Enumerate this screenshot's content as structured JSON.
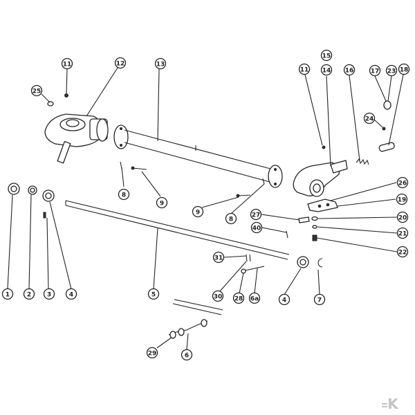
{
  "callouts": [
    {
      "label": "1"
    },
    {
      "label": "2"
    },
    {
      "label": "3"
    },
    {
      "label": "4"
    },
    {
      "label": "5"
    },
    {
      "label": "4"
    },
    {
      "label": "7"
    },
    {
      "label": "6"
    },
    {
      "label": "29"
    },
    {
      "label": "30"
    },
    {
      "label": "28"
    },
    {
      "label": "6a"
    },
    {
      "label": "31"
    },
    {
      "label": "40"
    },
    {
      "label": "8"
    },
    {
      "label": "9"
    },
    {
      "label": "8"
    },
    {
      "label": "9"
    },
    {
      "label": "25"
    },
    {
      "label": "11"
    },
    {
      "label": "12"
    },
    {
      "label": "13"
    },
    {
      "label": "11"
    },
    {
      "label": "15"
    },
    {
      "label": "14"
    },
    {
      "label": "16"
    },
    {
      "label": "17"
    },
    {
      "label": "23"
    },
    {
      "label": "18"
    },
    {
      "label": "24"
    },
    {
      "label": "26"
    },
    {
      "label": "19"
    },
    {
      "label": "27"
    },
    {
      "label": "20"
    },
    {
      "label": "21"
    },
    {
      "label": "22"
    }
  ],
  "brand_mark": "K"
}
